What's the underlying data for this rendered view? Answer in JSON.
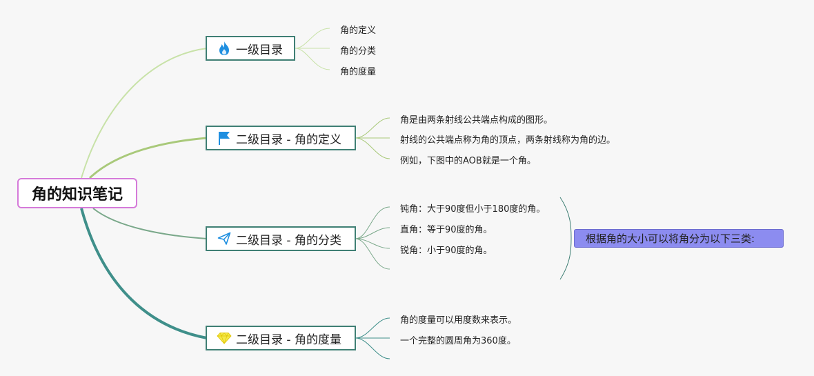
{
  "root": {
    "label": "角的知识笔记"
  },
  "topics": [
    {
      "label": "一级目录",
      "icon": "fire-icon",
      "leaves": [
        "角的定义",
        "角的分类",
        "角的度量"
      ]
    },
    {
      "label": "二级目录 - 角的定义",
      "icon": "flag-icon",
      "leaves": [
        "角是由两条射线公共端点构成的图形。",
        "射线的公共端点称为角的顶点，两条射线称为角的边。",
        "例如，下图中的AOB就是一个角。"
      ]
    },
    {
      "label": "二级目录 - 角的分类",
      "icon": "paper-plane-icon",
      "leaves": [
        "钝角：大于90度但小于180度的角。",
        "直角：等于90度的角。",
        "锐角：小于90度的角。"
      ]
    },
    {
      "label": "二级目录 - 角的度量",
      "icon": "diamond-icon",
      "leaves": [
        "角的度量可以用度数来表示。",
        "一个完整的圆周角为360度。"
      ]
    }
  ],
  "summary": {
    "label": "根据角的大小可以将角分为以下三类:"
  },
  "colors": {
    "root_border": "#d57ad9",
    "topic_border": "#3f7f74",
    "summary_fill": "#8c8cf0",
    "branch_1": "#c8e2a8",
    "branch_2": "#a9c97a",
    "branch_3": "#7aa88a",
    "branch_4": "#3f8f8a"
  }
}
